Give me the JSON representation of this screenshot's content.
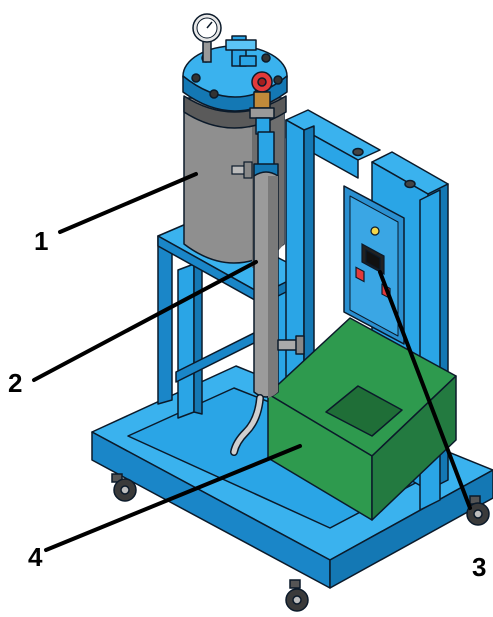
{
  "callouts": [
    {
      "id": "1",
      "label": "1"
    },
    {
      "id": "2",
      "label": "2"
    },
    {
      "id": "3",
      "label": "3"
    },
    {
      "id": "4",
      "label": "4"
    }
  ],
  "colors": {
    "frame_blue": "#2aa5e6",
    "frame_blue_dark": "#1478b4",
    "frame_blue_light": "#5cc4f5",
    "tank_gray": "#8f8f8f",
    "tank_gray_dark": "#5e5e5e",
    "tray_green": "#2e9a4e",
    "tray_green_dark": "#1f6e37",
    "outline": "#0b1a2a"
  }
}
